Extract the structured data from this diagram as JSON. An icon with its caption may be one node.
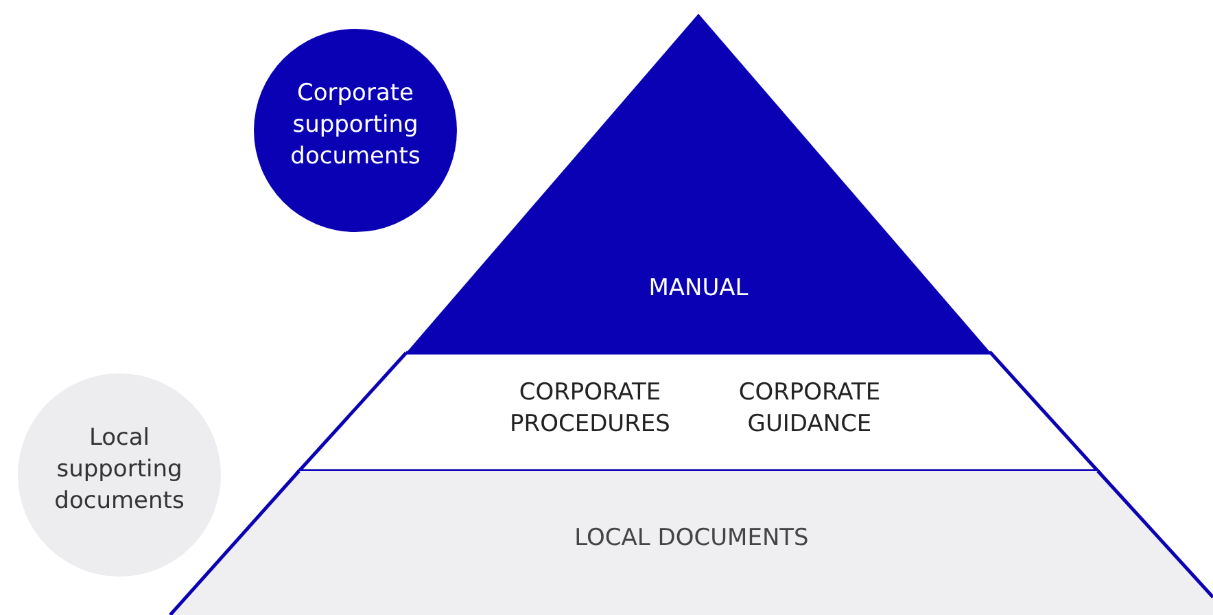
{
  "diagram": {
    "nodes": [
      {
        "text": [
          "Corporate supporting documents"
        ]
      },
      {
        "text": [
          "MANUAL"
        ]
      },
      {
        "text": [
          "CORPORATE PROCEDURES",
          "CORPORATE GUIDANCE"
        ]
      },
      {
        "text": [
          "LOCAL DOCUMENTS"
        ]
      },
      {
        "text": [
          "Local supporting documents"
        ]
      }
    ]
  }
}
